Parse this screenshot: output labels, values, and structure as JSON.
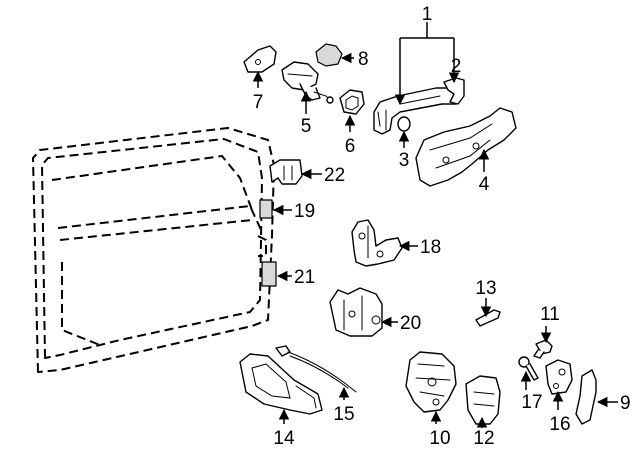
{
  "callouts": {
    "c1": "1",
    "c2": "2",
    "c3": "3",
    "c4": "4",
    "c5": "5",
    "c6": "6",
    "c7": "7",
    "c8": "8",
    "c9": "9",
    "c10": "10",
    "c11": "11",
    "c12": "12",
    "c13": "13",
    "c14": "14",
    "c15": "15",
    "c16": "16",
    "c17": "17",
    "c18": "18",
    "c19": "19",
    "c20": "20",
    "c21": "21",
    "c22": "22"
  },
  "colors": {
    "line": "#000000",
    "background": "#ffffff",
    "part_fill": "#ffffff",
    "part_shade": "#d9d9d9"
  }
}
